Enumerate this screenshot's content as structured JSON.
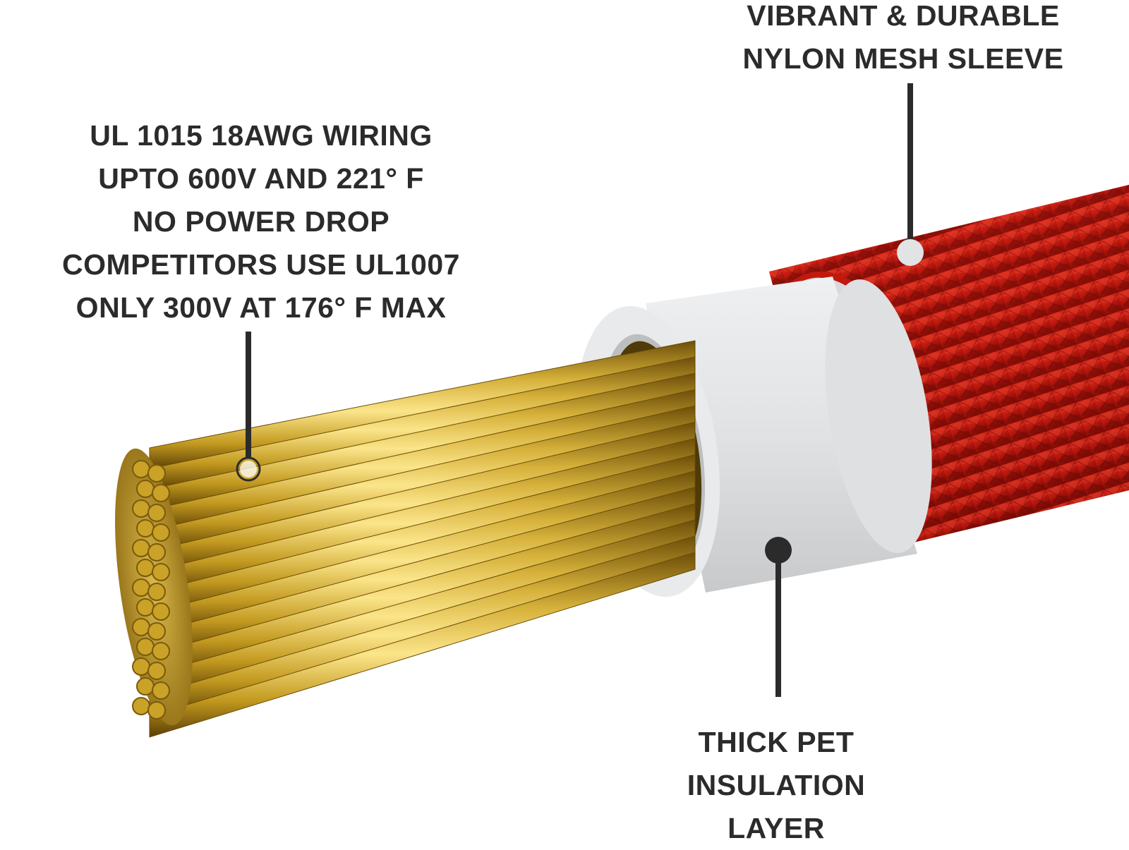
{
  "callouts": {
    "wiring": {
      "lines": [
        "UL 1015 18AWG WIRING",
        "UPTO 600V AND 221° F",
        "NO POWER DROP",
        "COMPETITORS USE UL1007",
        "ONLY 300V AT 176° F MAX"
      ]
    },
    "sleeve": {
      "lines": [
        "VIBRANT & DURABLE",
        "NYLON MESH SLEEVE"
      ]
    },
    "insulation": {
      "lines": [
        "THICK PET",
        "INSULATION",
        "LAYER"
      ]
    }
  },
  "colors": {
    "text": "#2b2b2b",
    "leader": "#2b2b2b",
    "copper_light": "#f2d56a",
    "copper_mid": "#c9a227",
    "copper_dark": "#7a5a0d",
    "insulation": "#e3e4e6",
    "insulation_shadow": "#c9cacc",
    "sleeve_light": "#e0301e",
    "sleeve_dark": "#8d0f08"
  }
}
